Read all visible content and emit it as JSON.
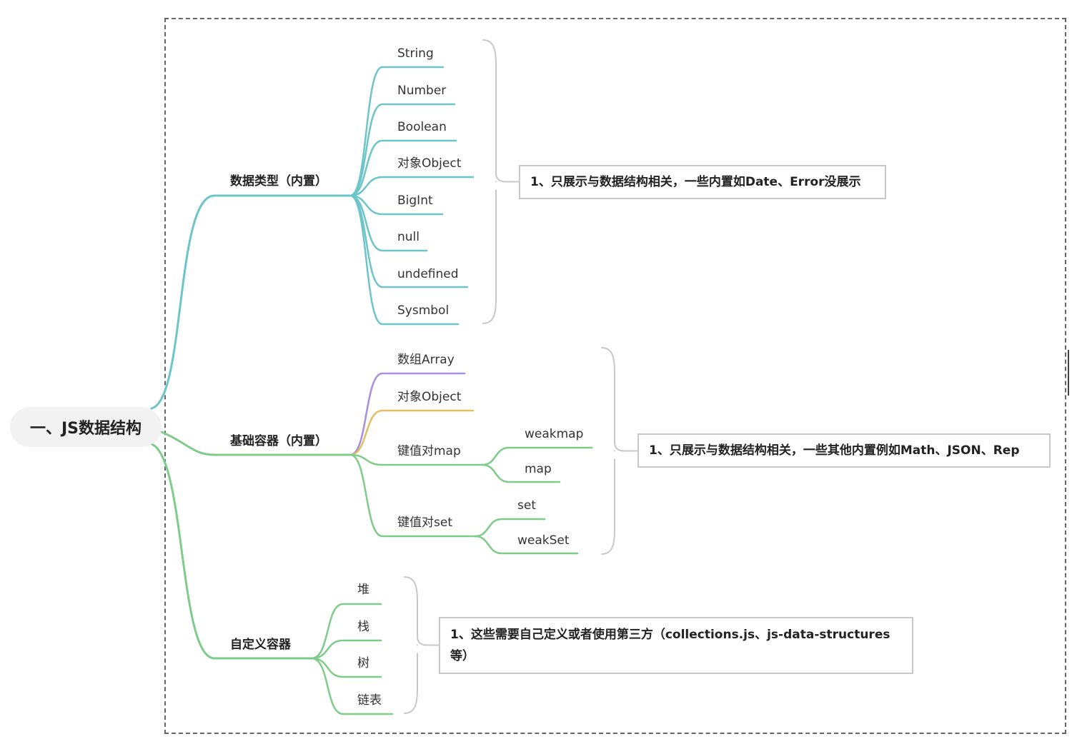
{
  "root": {
    "label": "一、JS数据结构"
  },
  "colors": {
    "teal": "#6cc5c8",
    "green": "#7fcc8a",
    "purple": "#a88fe0",
    "gold": "#e0c060",
    "bracket": "#c8c8c8",
    "frame": "#666666"
  },
  "branches": {
    "builtin_types": {
      "label": "数据类型（内置）",
      "children": [
        "String",
        "Number",
        "Boolean",
        "对象Object",
        "BigInt",
        "null",
        "undefined",
        "Sysmbol"
      ],
      "note": "1、只展示与数据结构相关，一些内置如Date、Error没展示"
    },
    "containers": {
      "label": "基础容器（内置）",
      "children": [
        "数组Array",
        "对象Object",
        "键值对map",
        "键值对set"
      ],
      "map_children": [
        "weakmap",
        "map"
      ],
      "set_children": [
        "set",
        "weakSet"
      ],
      "note": "1、只展示与数据结构相关，一些其他内置例如Math、JSON、Rep"
    },
    "custom": {
      "label": "自定义容器",
      "children": [
        "堆",
        "栈",
        "树",
        "链表"
      ],
      "note": "1、这些需要自己定义或者使用第三方（collections.js、js-data-structures等）"
    }
  }
}
